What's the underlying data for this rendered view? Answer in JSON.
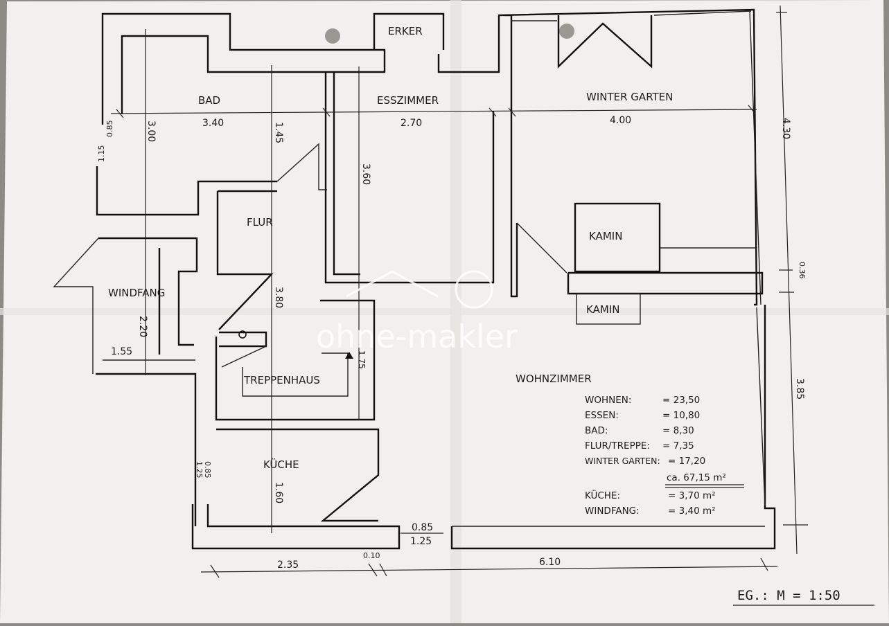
{
  "rooms": {
    "bad": "BAD",
    "erker": "ERKER",
    "esszimmer": "ESSZIMMER",
    "wintergarten": "WINTER GARTEN",
    "flur": "FLUR",
    "windfang": "WINDFANG",
    "kamin_top": "KAMIN",
    "kamin_bottom": "KAMIN",
    "treppenhaus": "TREPPENHAUS",
    "kueche": "KÜCHE",
    "wohnzimmer": "WOHNZIMMER"
  },
  "dimensions": {
    "d_bad_width": "3.40",
    "d_ess_width": "2.70",
    "d_wg_width": "4.00",
    "d_right_top": "4.30",
    "d_right_mid": "0.36",
    "d_right_bottom": "3.85",
    "d_bad_height": "3.00",
    "d_flur_top": "1.45",
    "d_ess_height": "3.60",
    "d_flur_height": "3.80",
    "d_windfang_height": "2.20",
    "d_windfang_width": "1.55",
    "d_stair": "1.75",
    "d_kueche_height": "1.60",
    "d_left_win_top_a": "0.85",
    "d_left_win_top_b": "1.15",
    "d_left_win_bot_a": "0.85",
    "d_left_win_bot_b": "1.25",
    "d_door_a": "0.85",
    "d_door_b": "1.25",
    "d_bottom_left": "2.35",
    "d_bottom_mid": "0.10",
    "d_bottom_right": "6.10"
  },
  "area_table": {
    "rows": [
      {
        "label": "WOHNEN:",
        "value": "= 23,50"
      },
      {
        "label": "ESSEN:",
        "value": "= 10,80"
      },
      {
        "label": "BAD:",
        "value": "= 8,30"
      },
      {
        "label": "FLUR/TREPPE:",
        "value": "= 7,35"
      },
      {
        "label": "WINTER GARTEN:",
        "value": "= 17,20"
      }
    ],
    "total": "ca. 67,15 m²",
    "extra_rows": [
      {
        "label": "KÜCHE:",
        "value": "= 3,70 m²"
      },
      {
        "label": "WINDFANG:",
        "value": "= 3,40 m²"
      }
    ]
  },
  "scale_label": "EG.:   M = 1:50",
  "watermark": "ohne-makler",
  "colors": {
    "paper": "#f1f0ee",
    "paper_shadow": "#dedcd8",
    "background": "#8d8a86",
    "ink": "#111111",
    "watermark": "#ffffff"
  }
}
